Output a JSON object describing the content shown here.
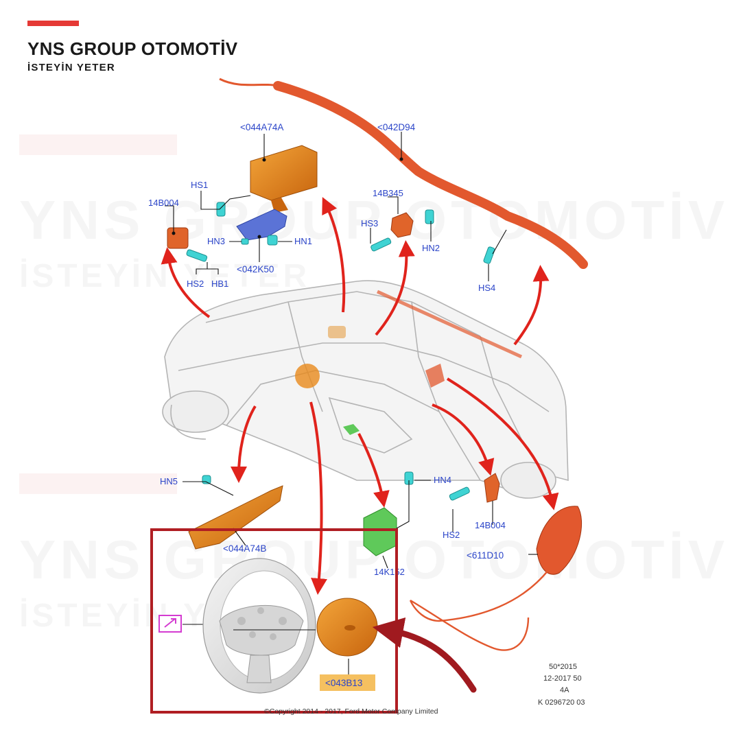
{
  "brand": {
    "name": "YNS GROUP OTOMOTİV",
    "slogan": "İSTEYİN YETER",
    "accent_color": "#e53935"
  },
  "watermark": {
    "name": "YNS GROUP OTOMOTİV",
    "slogan": "İSTEYİN YETER"
  },
  "diagram": {
    "callouts": {
      "part_044A74A": "<044A74A",
      "part_042D94": "<042D94",
      "hs1": "HS1",
      "part_14B004_top": "14B004",
      "hn3": "HN3",
      "hn1": "HN1",
      "part_042K50": "<042K50",
      "hs2_top": "HS2",
      "hb1": "HB1",
      "part_14B345": "14B345",
      "hs3": "HS3",
      "hn2": "HN2",
      "hs4": "HS4",
      "hn5": "HN5",
      "part_044A74B": "<044A74B",
      "hn4": "HN4",
      "hs2_bottom": "HS2",
      "part_14B004_bottom": "14B004",
      "part_611D10": "<611D10",
      "part_14K152": "14K152",
      "part_043B13": "<043B13"
    },
    "meta_lines": [
      "50*2015",
      "12-2017 50",
      "4A",
      "K 0296720 03"
    ],
    "copyright": "©Copyright 2014 - 2017, Ford Motor Company Limited",
    "colors": {
      "airbag_orange": "#e8891c",
      "curtain_orange": "#e2582e",
      "connector_cyan": "#3fd3d3",
      "bracket_blue": "#5b73d6",
      "module_green": "#5fc95a",
      "arrow_red": "#e0231c",
      "highlight_box": "#b01e23",
      "callout_text": "#2a44c8",
      "label_highlight": "#f5c060",
      "magenta_marker": "#d43bd1"
    }
  }
}
